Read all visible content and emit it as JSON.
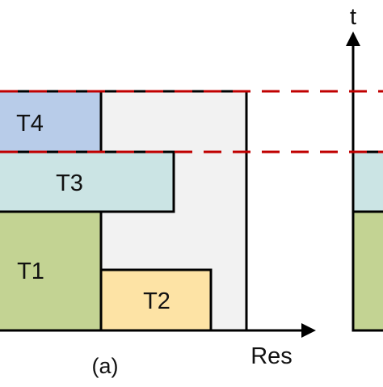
{
  "figure": {
    "tasks": [
      {
        "label": "T1",
        "fill": "#c3d393"
      },
      {
        "label": "T2",
        "fill": "#fde3a5"
      },
      {
        "label": "T3",
        "fill": "#cbe4e4"
      },
      {
        "label": "T4",
        "fill": "#b8cce9"
      }
    ],
    "axes": {
      "x_label": "Res",
      "y_label": "t"
    },
    "panel_label": "(a)",
    "colors": {
      "outline": "#000000",
      "resource_area": "#f2f2f2",
      "dashed_line": "#c00000",
      "right_panel_t3": "#cbe4e4",
      "right_panel_t1": "#c3d393"
    }
  }
}
